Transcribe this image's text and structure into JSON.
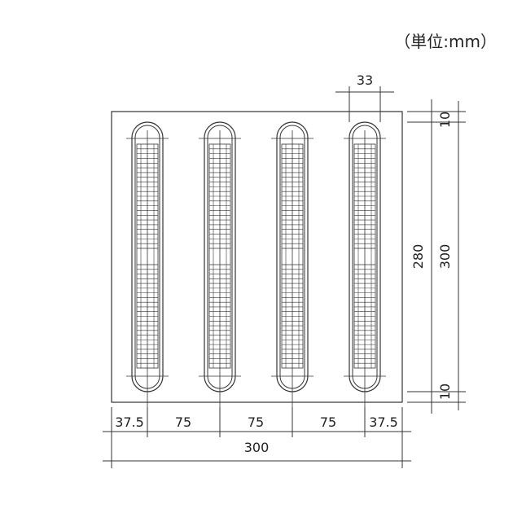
{
  "unit_label": "（単位:mm）",
  "dimensions": {
    "bar_width": "33",
    "offset_left": "37.5",
    "pitch_1": "75",
    "pitch_2": "75",
    "pitch_3": "75",
    "offset_right": "37.5",
    "total_width": "300",
    "end_margin_top": "10",
    "total_height": "300",
    "bar_length": "280",
    "end_margin_bottom": "10"
  },
  "tile": {
    "bar_count": 4,
    "bar_rib_count_per_half": 22
  },
  "colors": {
    "line": "#333333",
    "text": "#222222",
    "background": "#ffffff"
  }
}
